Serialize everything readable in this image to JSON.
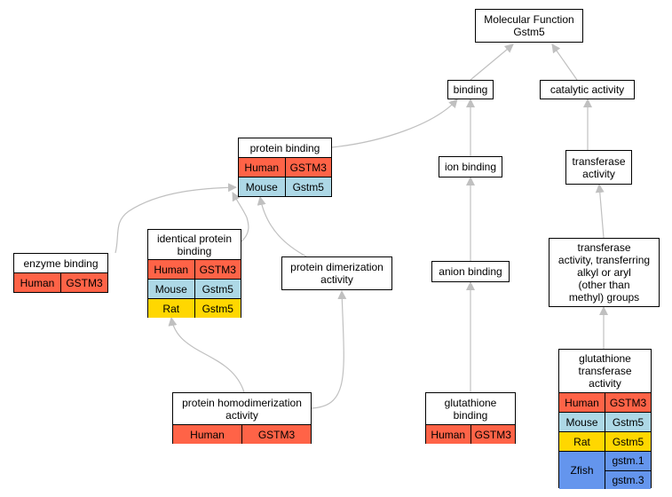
{
  "nodes": {
    "mf": "Molecular Function\nGstm5",
    "binding": "binding",
    "catalytic": "catalytic activity",
    "protein_binding": "protein binding",
    "ion_binding": "ion binding",
    "transferase": "transferase\nactivity",
    "enzyme_binding": "enzyme binding",
    "identical": "identical protein\nbinding",
    "dimerization": "protein dimerization\nactivity",
    "anion": "anion binding",
    "transferase_alkyl": "transferase\nactivity, transferring\nalkyl or aryl\n(other than\nmethyl) groups",
    "homodimerization": "protein homodimerization\nactivity",
    "glutathione_binding": "glutathione\nbinding",
    "gst_activity": "glutathione\ntransferase\nactivity"
  },
  "species": {
    "human": "Human",
    "mouse": "Mouse",
    "rat": "Rat",
    "zfish": "Zfish"
  },
  "genes": {
    "gstm3": "GSTM3",
    "gstm5": "Gstm5",
    "gstm1_z": "gstm.1",
    "gstm3_z": "gstm.3"
  },
  "colors": {
    "human": "#ff6347",
    "mouse": "#add8e6",
    "rat": "#ffd700",
    "zfish": "#6495ed",
    "edge": "#c0c0c0"
  }
}
